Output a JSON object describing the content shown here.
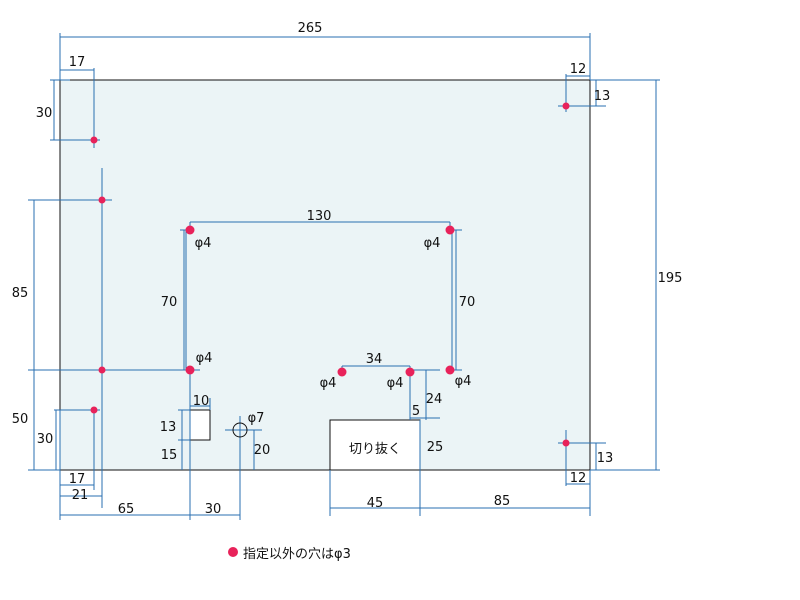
{
  "colors": {
    "panel_fill": "#ebf4f6",
    "dimension_line": "#2a6fb0",
    "hole_dot": "#e8225a",
    "text": "#111111"
  },
  "dimensions": {
    "overall_width": "265",
    "overall_height": "195",
    "top_left_hole_x": "17",
    "top_left_hole_y": "30",
    "top_right_hole_x": "12",
    "top_right_hole_y": "13",
    "left_span_upper": "85",
    "left_span_lower": "50",
    "left_lower_hole_y": "30",
    "left_lower_hole_x": "17",
    "left_hole_x_21": "21",
    "bottom_65": "65",
    "bottom_30": "30",
    "rect_hole_width": "10",
    "rect_hole_height": "13",
    "rect_hole_bottom": "15",
    "round_hole_bottom": "20",
    "top_span_130": "130",
    "vertical_70_left": "70",
    "vertical_70_right": "70",
    "span_34": "34",
    "vertical_24": "24",
    "offset_5": "5",
    "cutout_height": "25",
    "cutout_width": "45",
    "bottom_right_85": "85",
    "bottom_right_hole_x": "12",
    "bottom_right_hole_y": "13"
  },
  "hole_labels": {
    "h1": "φ4",
    "h2": "φ4",
    "h3": "φ4",
    "h4": "φ4",
    "h5": "φ4",
    "h6": "φ4",
    "round": "φ7"
  },
  "cutout_label": "切り抜く",
  "legend": {
    "text": "指定以外の穴はφ3"
  }
}
